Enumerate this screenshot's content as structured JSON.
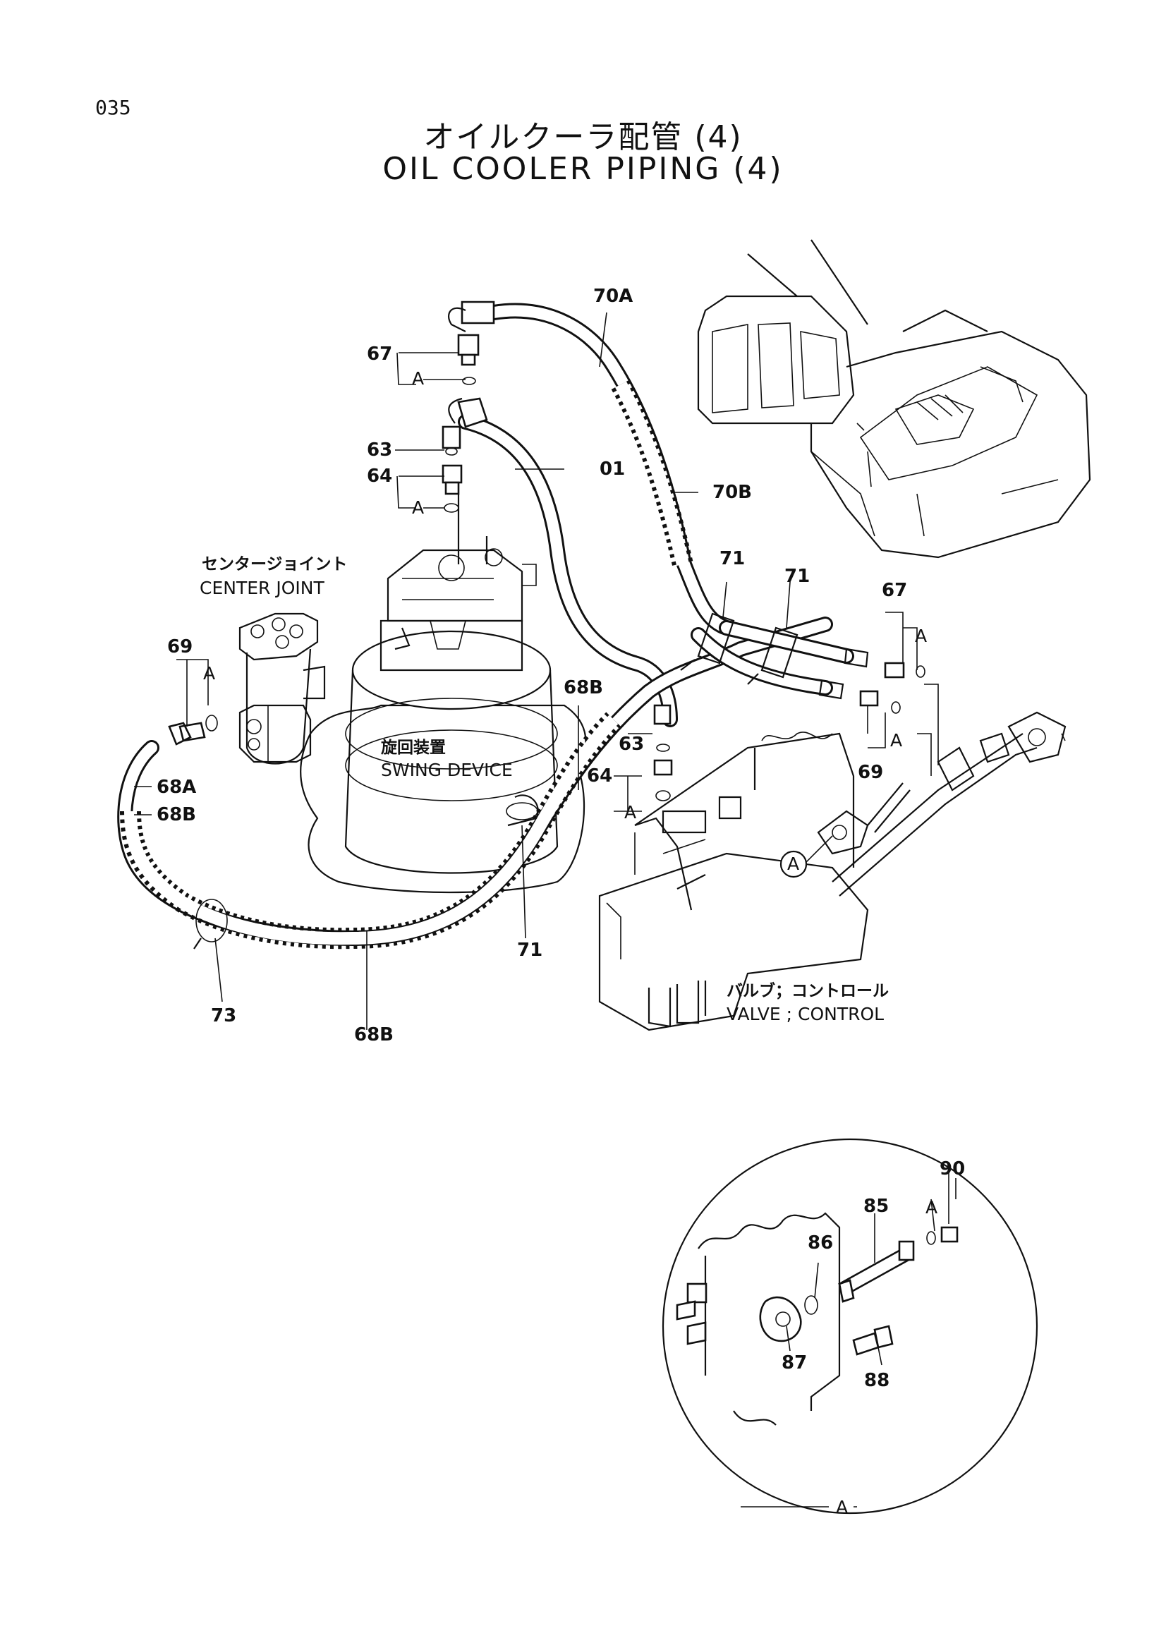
{
  "page_number": "035",
  "title_jp": "オイルクーラ配管 (4)",
  "title_en": "OIL COOLER PIPING (4)",
  "part_labels": {
    "p70a": "70A",
    "p67_top": "67",
    "p63_top": "63",
    "p64_top": "64",
    "p01": "01",
    "p70b": "70B",
    "p71_a": "71",
    "p71_b": "71",
    "p67_right": "67",
    "p69_left": "69",
    "p68b_top": "68B",
    "p63_mid": "63",
    "p64_mid": "64",
    "p69_right": "69",
    "p68a": "68A",
    "p68b_left": "68B",
    "p71_bottom": "71",
    "p73": "73",
    "p68b_bottom": "68B",
    "p90": "90",
    "p85": "85",
    "p86": "86",
    "p87": "87",
    "p88": "88"
  },
  "a_markers": {
    "a_top": "A",
    "a_64": "A",
    "a_69": "A",
    "a_67r": "A",
    "a_69r": "A",
    "a_64m": "A",
    "a_circle": "A",
    "a_detail_90": "A",
    "a_detail_bottom": "A"
  },
  "components": {
    "center_joint_jp": "センタージョイント",
    "center_joint_en": "CENTER JOINT",
    "swing_device_jp": "旋回装置",
    "swing_device_en": "SWING DEVICE",
    "control_valve_jp": "バルブ；コントロール",
    "control_valve_en": "VALVE ; CONTROL"
  }
}
